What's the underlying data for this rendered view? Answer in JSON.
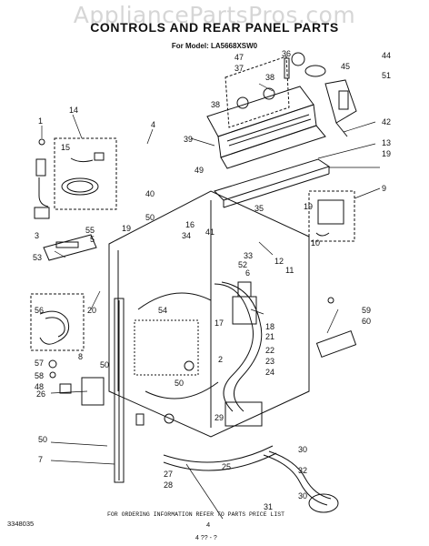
{
  "watermark": "AppliancePartsPros.com",
  "title": "CONTROLS AND REAR PANEL PARTS",
  "model_line": "For Model: LA5668XSW0",
  "footer_note": "FOR ORDERING INFORMATION REFER TO PARTS PRICE LIST",
  "doc_number": "3348035",
  "page_number": "4",
  "revision_mark": "4 ?? - ?",
  "callouts": [
    "1",
    "2",
    "3",
    "4",
    "5",
    "6",
    "7",
    "8",
    "9",
    "10",
    "11",
    "12",
    "13",
    "14",
    "15",
    "16",
    "17",
    "18",
    "19",
    "19",
    "19",
    "20",
    "21",
    "22",
    "23",
    "24",
    "25",
    "26",
    "27",
    "28",
    "29",
    "30",
    "30",
    "31",
    "32",
    "33",
    "34",
    "35",
    "36",
    "37",
    "38",
    "38",
    "39",
    "40",
    "41",
    "42",
    "44",
    "45",
    "47",
    "48",
    "49",
    "50",
    "50",
    "50",
    "50",
    "51",
    "52",
    "53",
    "54",
    "55",
    "56",
    "57",
    "58",
    "59",
    "60"
  ]
}
